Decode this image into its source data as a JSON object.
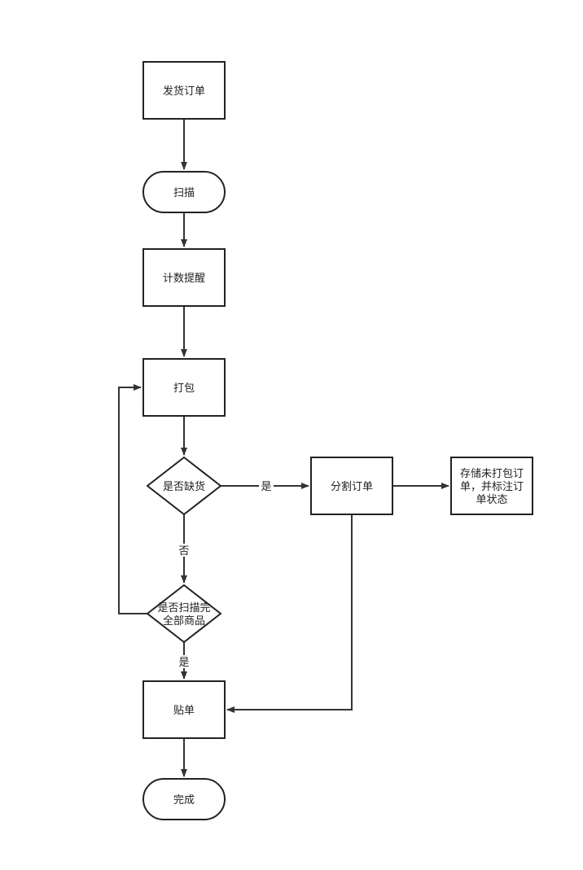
{
  "nodes": {
    "ship_order": "发货订单",
    "scan": "扫描",
    "count_reminder": "计数提醒",
    "pack": "打包",
    "out_of_stock": "是否缺货",
    "split_order": "分割订单",
    "store_unpacked": [
      "存储未打包订",
      "单，并标注订",
      "单状态"
    ],
    "all_scanned": [
      "是否扫描完",
      "全部商品"
    ],
    "label_attach": "贴单",
    "done": "完成"
  },
  "edges": {
    "yes_to_split": "是",
    "no_to_scanned": "否",
    "yes_to_label": "是"
  }
}
